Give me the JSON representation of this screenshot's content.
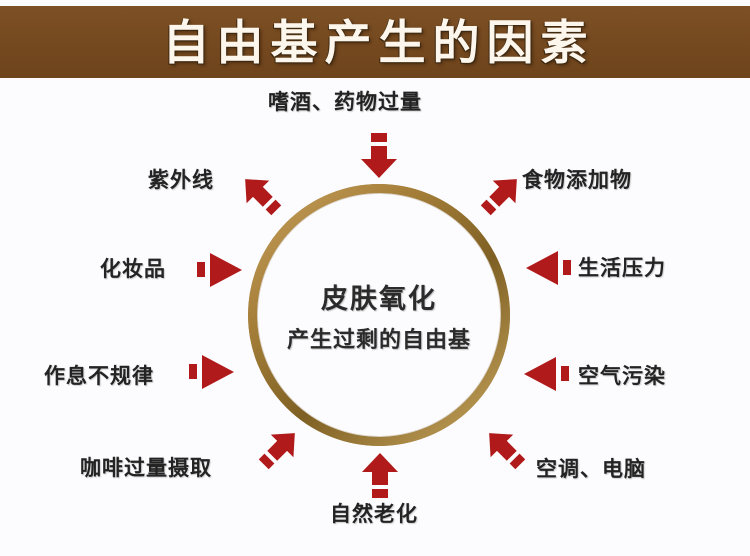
{
  "banner": {
    "title": "自由基产生的因素",
    "background_color": "#794c21",
    "text_color": "#fdf6ec"
  },
  "center": {
    "line1": "皮肤氧化",
    "line2": "产生过剩的自由基",
    "ring_color": "#9a7434"
  },
  "arrow_color": "#b01a1a",
  "factors": [
    {
      "label": "嗜酒、药物过量",
      "position": "top",
      "arrow": "arrow-down-icon",
      "arrow_direction": "down"
    },
    {
      "label": "食物添加物",
      "position": "top-right",
      "arrow": "arrow-down-left-icon",
      "arrow_direction": "down-left"
    },
    {
      "label": "生活压力",
      "position": "right",
      "arrow": "arrow-left-icon",
      "arrow_direction": "left"
    },
    {
      "label": "空气污染",
      "position": "bottom-right",
      "arrow": "arrow-left-icon",
      "arrow_direction": "left"
    },
    {
      "label": "空调、电脑",
      "position": "bottom-right-lower",
      "arrow": "arrow-up-left-icon",
      "arrow_direction": "up-left"
    },
    {
      "label": "自然老化",
      "position": "bottom",
      "arrow": "arrow-up-icon",
      "arrow_direction": "up"
    },
    {
      "label": "咖啡过量摄取",
      "position": "bottom-left",
      "arrow": "arrow-up-right-icon",
      "arrow_direction": "up-right"
    },
    {
      "label": "作息不规律",
      "position": "left-lower",
      "arrow": "arrow-right-icon",
      "arrow_direction": "right"
    },
    {
      "label": "化妆品",
      "position": "left",
      "arrow": "arrow-right-icon",
      "arrow_direction": "right"
    },
    {
      "label": "紫外线",
      "position": "top-left",
      "arrow": "arrow-down-right-icon",
      "arrow_direction": "down-right"
    }
  ]
}
